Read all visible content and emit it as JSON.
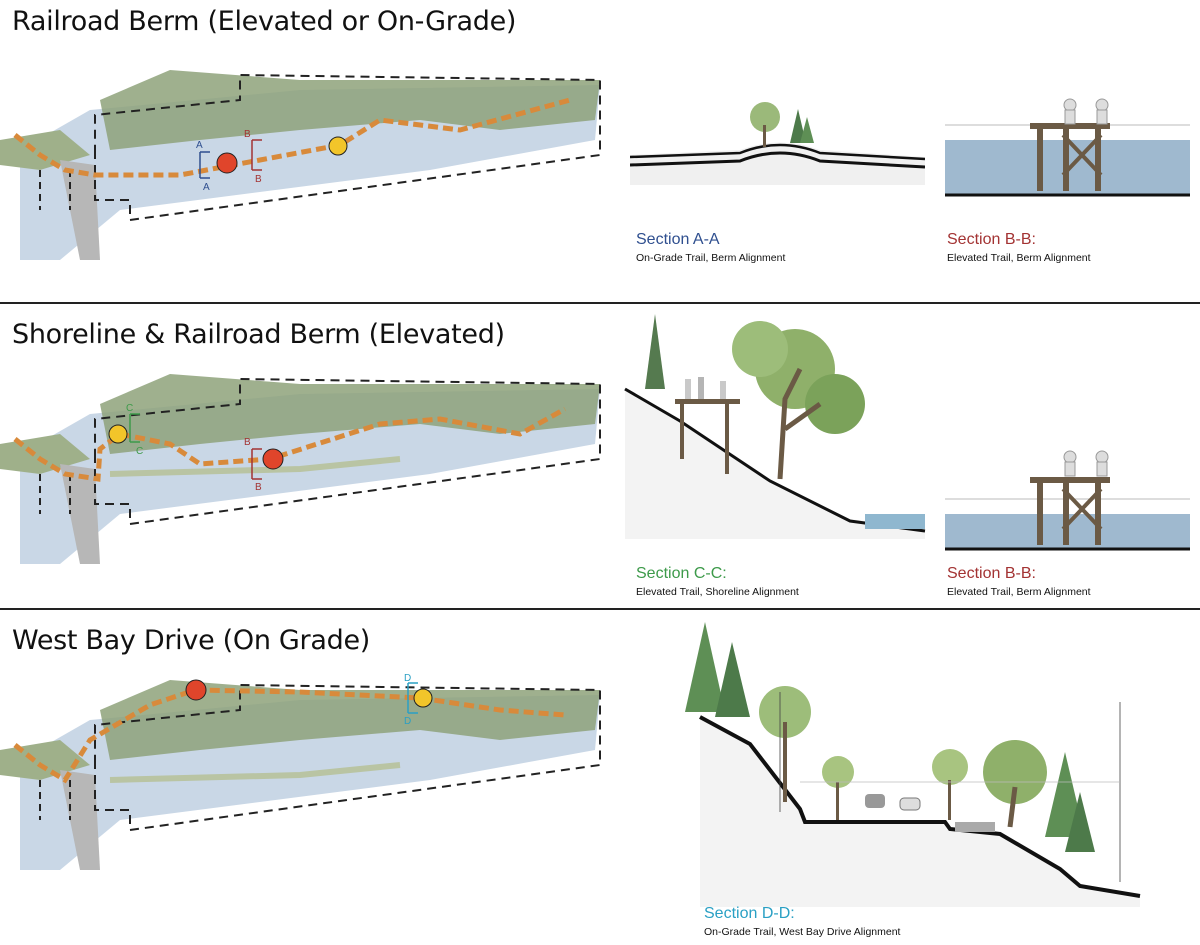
{
  "colors": {
    "water": "#c9d7e6",
    "land": "#8ea27a",
    "trail": "#d88a3b",
    "marker_red": "#e0452b",
    "marker_yellow": "#f2c52a",
    "section_a": "#2f4f8f",
    "section_b": "#a33333",
    "section_c": "#3d9a4a",
    "section_d": "#2aa0c4"
  },
  "panels": [
    {
      "title": "Railroad Berm (Elevated or On-Grade)",
      "map_labels": {
        "a": "A",
        "b": "B"
      },
      "sections": [
        {
          "title": "Section A-A",
          "subtitle": "On-Grade Trail, Berm Alignment"
        },
        {
          "title": "Section B-B:",
          "subtitle": "Elevated Trail, Berm Alignment"
        }
      ]
    },
    {
      "title": "Shoreline & Railroad Berm (Elevated)",
      "map_labels": {
        "c": "C",
        "b": "B"
      },
      "sections": [
        {
          "title": "Section C-C:",
          "subtitle": "Elevated Trail, Shoreline Alignment"
        },
        {
          "title": "Section B-B:",
          "subtitle": "Elevated Trail, Berm Alignment"
        }
      ]
    },
    {
      "title": "West Bay Drive (On Grade)",
      "map_labels": {
        "d": "D"
      },
      "sections": [
        {
          "title": "Section D-D:",
          "subtitle": "On-Grade Trail, West Bay Drive Alignment"
        }
      ]
    }
  ]
}
